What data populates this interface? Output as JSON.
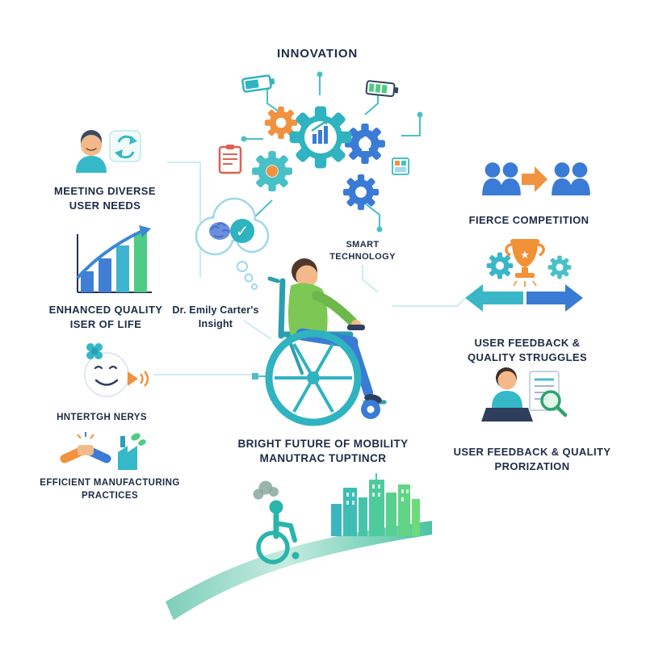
{
  "page": {
    "background": "#ffffff"
  },
  "palette": {
    "teal": "#2fb3c0",
    "teal_dark": "#2a9fb0",
    "blue": "#3a7bd5",
    "navy": "#1d2b45",
    "green": "#4ecb84",
    "orange": "#f0923e",
    "skin": "#f4b98a",
    "connector": "#c8eaec"
  },
  "labels": {
    "innovation": "INNOVATION",
    "meeting_needs": [
      "MEETING DIVERSE",
      "USER NEEDS"
    ],
    "enhanced_quality": [
      "ENHANCED QUALITY",
      "ISER OF LIFE"
    ],
    "user_interaction": "HNTERTGH NERYS",
    "manufacturing": [
      "EFFICIENT MANUFACTURING",
      "PRACTICES"
    ],
    "insight": [
      "Dr. Emily Carter's",
      "Insight"
    ],
    "smart_tech": [
      "SMART",
      "TECHNOLOGY"
    ],
    "competition": "FIERCE COMPETITION",
    "feedback_struggles": [
      "USER FEEDBACK &",
      "QUALITY STRUGGLES"
    ],
    "feedback_prioritization": [
      "USER FEEDBACK & QUALITY",
      "PRORIZATION"
    ],
    "bright_future": [
      "BRIGHT FUTURE OF MOBILITY",
      "MANUTRAC TUPTINCR"
    ]
  },
  "icons": {
    "star": "★",
    "check": "✓",
    "gear": "gear-shape",
    "battery": "battery-shape",
    "clipboard": "clipboard-shape",
    "chip": "circuit-chip-shape",
    "brain": "brain-shape",
    "thought_bubble": "cloud-bubble-shape",
    "user": "person-silhouette",
    "recycle": "circular-arrows",
    "growth_chart": "bar-chart-with-arrow",
    "smiley": "smiling-face",
    "flower": "flower-shape",
    "speaker": "speaker-shape",
    "handshake": "handshake-shape",
    "factory": "factory-with-leaf",
    "people_group": "two-person-silhouettes",
    "arrow_right": "arrow-right-shape",
    "arrow_left": "arrow-left-shape",
    "trophy": "trophy-shape",
    "analyst": "person-at-laptop",
    "document": "document-shape",
    "magnifier": "magnifying-glass",
    "wheelchair_user": "person-in-wheelchair",
    "wheelchair_symbol": "wheelchair-silhouette",
    "road": "curved-road",
    "skyline": "city-skyline",
    "smoke": "smoke-puff"
  }
}
